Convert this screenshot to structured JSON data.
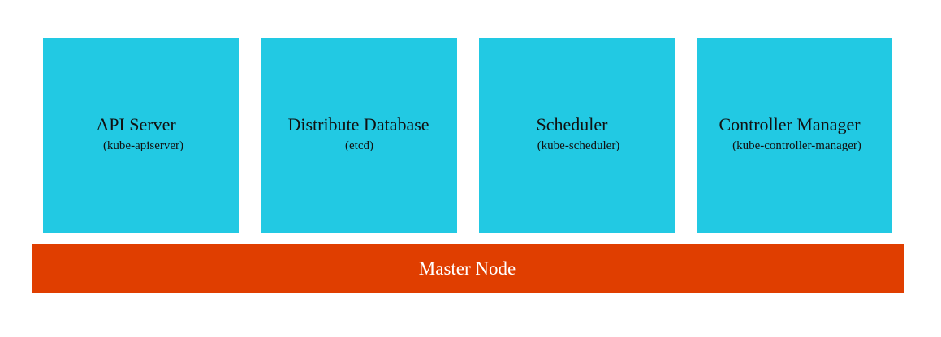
{
  "components": [
    {
      "name": "API Server",
      "binary": "(kube-apiserver)"
    },
    {
      "name": "Distribute Database",
      "binary": "(etcd)"
    },
    {
      "name": "Scheduler",
      "binary": "(kube-scheduler)"
    },
    {
      "name": "Controller Manager",
      "binary": "(kube-controller-manager)"
    }
  ],
  "master_node": {
    "label": "Master Node"
  },
  "colors": {
    "component_fill": "#22c9e3",
    "master_node_fill": "#e03e00",
    "master_node_text": "#ffffff",
    "component_text": "#111111",
    "background": "#ffffff"
  }
}
